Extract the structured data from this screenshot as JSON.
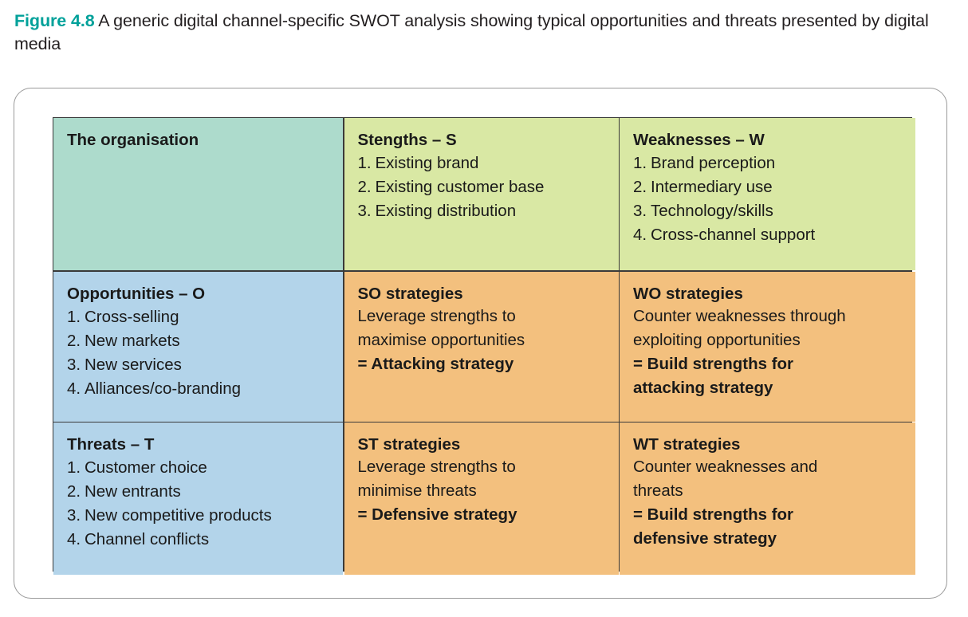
{
  "caption": {
    "figure_label": "Figure 4.8",
    "figure_text": "A generic digital channel-specific SWOT analysis showing typical opportunities and threats presented by digital media"
  },
  "colors": {
    "figure_label_teal": "#00a19a",
    "organisation_cell": "#addbcc",
    "strengths_weaknesses_cell": "#d9e8a4",
    "opportunities_threats_cell": "#b3d4ea",
    "strategy_cell": "#f3c07e",
    "grid_line": "#3a3a3a",
    "card_border": "#9a9a9a",
    "text": "#1a1a1a"
  },
  "matrix": {
    "organisation": {
      "title": "The organisation"
    },
    "strengths": {
      "title": "Stengths – S",
      "items": [
        {
          "num": "1.",
          "text": "Existing brand"
        },
        {
          "num": "2.",
          "text": "Existing customer base"
        },
        {
          "num": "3.",
          "text": "Existing distribution"
        }
      ]
    },
    "weaknesses": {
      "title": "Weaknesses – W",
      "items": [
        {
          "num": "1.",
          "text": "Brand perception"
        },
        {
          "num": "2.",
          "text": "Intermediary use"
        },
        {
          "num": "3.",
          "text": "Technology/skills"
        },
        {
          "num": "4.",
          "text": "Cross-channel support"
        }
      ]
    },
    "opportunities": {
      "title": "Opportunities – O",
      "items": [
        {
          "num": "1.",
          "text": "Cross-selling"
        },
        {
          "num": "2.",
          "text": "New markets"
        },
        {
          "num": "3.",
          "text": "New services"
        },
        {
          "num": "4.",
          "text": "Alliances/co-branding"
        }
      ]
    },
    "threats": {
      "title": "Threats – T",
      "items": [
        {
          "num": "1.",
          "text": "Customer choice"
        },
        {
          "num": "2.",
          "text": "New entrants"
        },
        {
          "num": "3.",
          "text": "New competitive products"
        },
        {
          "num": "4.",
          "text": "Channel conflicts"
        }
      ]
    },
    "so_strategies": {
      "title": "SO strategies",
      "line1": "Leverage strengths to",
      "line2": "maximise opportunities",
      "conclusion1": "= Attacking strategy",
      "conclusion2": ""
    },
    "wo_strategies": {
      "title": "WO strategies",
      "line1": "Counter weaknesses through",
      "line2": "exploiting opportunities",
      "conclusion1": "= Build strengths for",
      "conclusion2": "attacking strategy"
    },
    "st_strategies": {
      "title": "ST strategies",
      "line1": "Leverage strengths to",
      "line2": "minimise threats",
      "conclusion1": "= Defensive strategy",
      "conclusion2": ""
    },
    "wt_strategies": {
      "title": "WT strategies",
      "line1": "Counter weaknesses and",
      "line2": "threats",
      "conclusion1": "= Build strengths for",
      "conclusion2": "defensive strategy"
    }
  }
}
